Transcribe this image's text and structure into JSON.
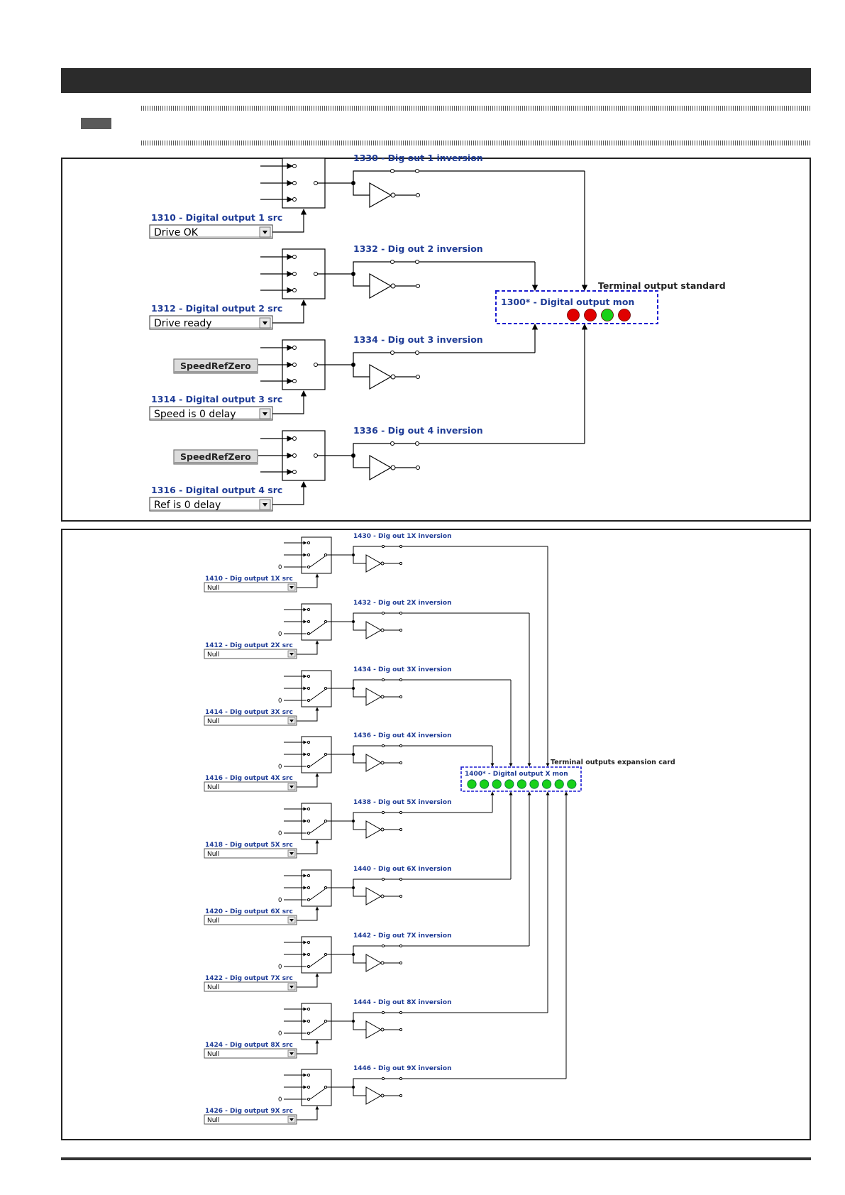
{
  "colors": {
    "label_blue": "#1f3c96",
    "led_red": "#e00000",
    "led_green": "#19d119",
    "monitor_border": "#1a1ad0"
  },
  "standard": {
    "terminal_label": "Terminal output standard",
    "monitor_label": "1300* - Digital output mon",
    "leds": [
      "red",
      "red",
      "green",
      "red"
    ],
    "channels": [
      {
        "inversion_label": "1330 - Dig out 1 inversion",
        "src_label": "1310 - Digital output 1 src",
        "src_value": "Drive OK",
        "button": ""
      },
      {
        "inversion_label": "1332 - Dig out 2 inversion",
        "src_label": "1312 - Digital output 2 src",
        "src_value": "Drive ready",
        "button": ""
      },
      {
        "inversion_label": "1334 - Dig out 3 inversion",
        "src_label": "1314 - Digital output 3 src",
        "src_value": "Speed is 0 delay",
        "button": "SpeedRefZero"
      },
      {
        "inversion_label": "1336 - Dig out 4 inversion",
        "src_label": "1316 - Digital output 4 src",
        "src_value": "Ref is 0 delay",
        "button": "SpeedRefZero"
      }
    ]
  },
  "expansion": {
    "terminal_label": "Terminal outputs expansion card",
    "monitor_label": "1400* - Digital output X mon",
    "leds": [
      "green",
      "green",
      "green",
      "green",
      "green",
      "green",
      "green",
      "green",
      "green"
    ],
    "zero_label": "0",
    "channels": [
      {
        "inversion_label": "1430 - Dig out 1X inversion",
        "src_label": "1410 - Dig output 1X src",
        "src_value": "Null"
      },
      {
        "inversion_label": "1432 - Dig out 2X inversion",
        "src_label": "1412 - Dig output 2X src",
        "src_value": "Null"
      },
      {
        "inversion_label": "1434 - Dig out 3X inversion",
        "src_label": "1414 - Dig output 3X src",
        "src_value": "Null"
      },
      {
        "inversion_label": "1436 - Dig out 4X inversion",
        "src_label": "1416 - Dig output 4X src",
        "src_value": "Null"
      },
      {
        "inversion_label": "1438 - Dig out 5X inversion",
        "src_label": "1418 - Dig output 5X src",
        "src_value": "Null"
      },
      {
        "inversion_label": "1440 - Dig out 6X inversion",
        "src_label": "1420 - Dig output 6X src",
        "src_value": "Null"
      },
      {
        "inversion_label": "1442 - Dig out 7X inversion",
        "src_label": "1422 - Dig output 7X src",
        "src_value": "Null"
      },
      {
        "inversion_label": "1444 - Dig out 8X inversion",
        "src_label": "1424 - Dig output 8X src",
        "src_value": "Null"
      },
      {
        "inversion_label": "1446 - Dig out 9X inversion",
        "src_label": "1426 - Dig output 9X src",
        "src_value": "Null"
      }
    ]
  }
}
